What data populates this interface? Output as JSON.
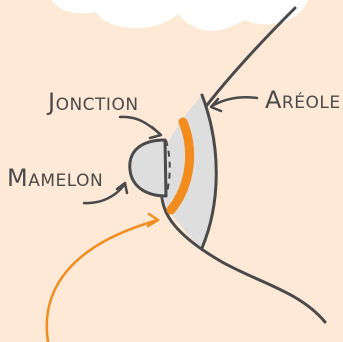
{
  "labels": {
    "junction": "Jonction",
    "areola": "Aréole",
    "nipple": "Mamelon"
  },
  "colors": {
    "background": "#fde9d6",
    "cloud": "#ffffff",
    "outline": "#4a4a4a",
    "areola_fill": "#dedede",
    "junction_band": "#f28c1e",
    "pointer_arrow": "#f28c1e"
  }
}
